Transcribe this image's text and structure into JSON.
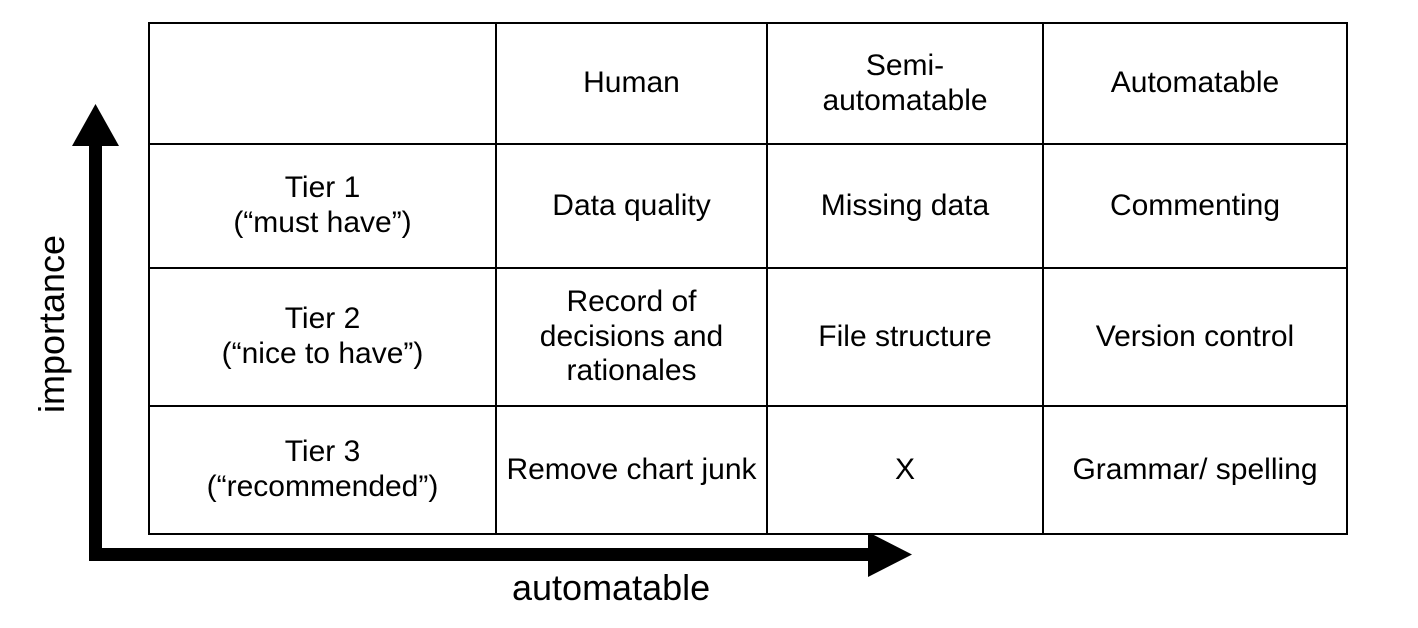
{
  "axes": {
    "y_label": "importance",
    "x_label": "automatable",
    "y_arrow_icon": "up-arrow-icon",
    "x_arrow_icon": "right-arrow-icon"
  },
  "colors": {
    "human": "#FF0000",
    "semi_automatable": "#1273C8",
    "automatable": "#12A350",
    "border": "#000000",
    "text": "#000000",
    "background": "#FFFFFF"
  },
  "matrix": {
    "corner_label": "",
    "columns": [
      {
        "label": "Human",
        "color": "#FF0000"
      },
      {
        "label": "Semi-\nautomatable",
        "color": "#1273C8"
      },
      {
        "label": "Automatable",
        "color": "#12A350"
      }
    ],
    "column_labels": {
      "human": "Human",
      "semi_line1": "Semi-",
      "semi_line2": "automatable",
      "automatable": "Automatable"
    },
    "rows": [
      {
        "tier_line1": "Tier 1",
        "tier_line2": "(“must have”)",
        "human": "Data quality",
        "semi_automatable": "Missing data",
        "automatable": "Commenting"
      },
      {
        "tier_line1": "Tier 2",
        "tier_line2": "(“nice to have”)",
        "human": "Record of decisions and rationales",
        "semi_automatable": "File structure",
        "automatable": "Version control"
      },
      {
        "tier_line1": "Tier 3",
        "tier_line2": "(“recommended”)",
        "human": "Remove chart junk",
        "semi_automatable": "X",
        "automatable": "Grammar/ spelling"
      }
    ]
  }
}
